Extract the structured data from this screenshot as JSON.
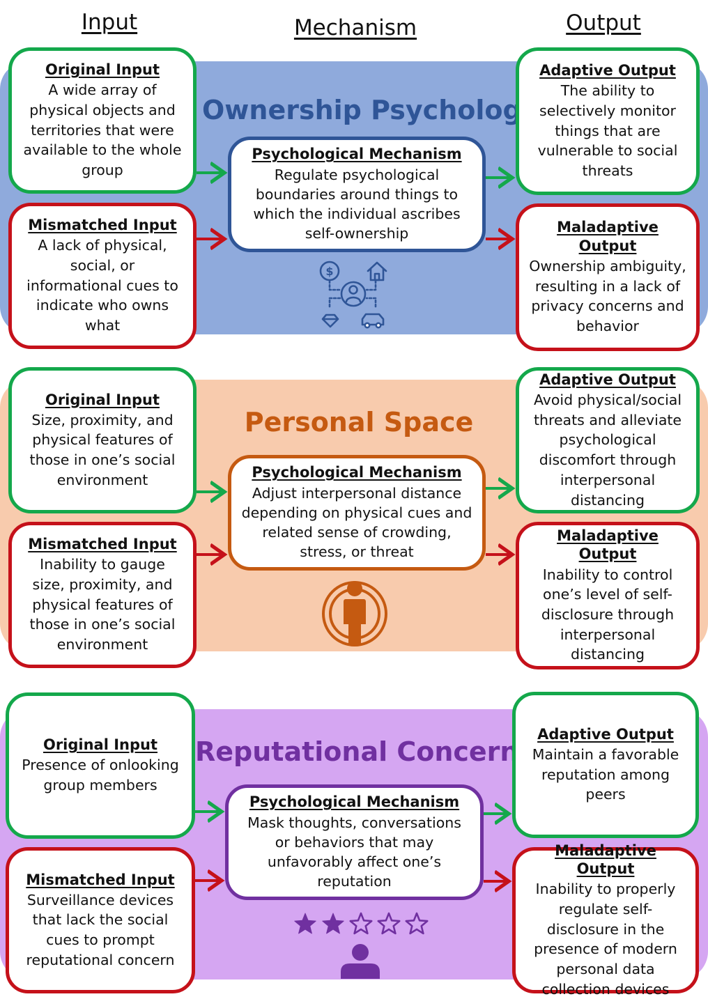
{
  "columns": {
    "input": "Input",
    "mechanism": "Mechanism",
    "output": "Output"
  },
  "colors": {
    "adaptive_border": "#14a84b",
    "maladaptive_border": "#c5111a",
    "ownership_band": "#8faadc",
    "ownership_accent": "#2f5597",
    "personal_band": "#f8cbad",
    "personal_accent": "#c55a11",
    "reputation_band": "#d5a6f2",
    "reputation_accent": "#7030a0"
  },
  "sections": [
    {
      "title": "Ownership Psychology",
      "icon": "ownership-assets-icon",
      "original_input": {
        "title": "Original Input",
        "body": "A wide array of physical objects and territories that were available to the whole group"
      },
      "mismatched_input": {
        "title": "Mismatched Input",
        "body": "A lack of physical, social, or informational cues to indicate who owns what"
      },
      "mechanism": {
        "title": "Psychological Mechanism",
        "body": "Regulate psychological boundaries around things to which the individual ascribes self-ownership"
      },
      "adaptive_output": {
        "title": "Adaptive Output",
        "body": "The ability to selectively monitor things that are vulnerable to social threats"
      },
      "maladaptive_output": {
        "title": "Maladaptive Output",
        "body": "Ownership ambiguity, resulting in a lack of privacy concerns and behavior"
      }
    },
    {
      "title": "Personal Space",
      "icon": "personal-space-icon",
      "original_input": {
        "title": "Original Input",
        "body": "Size, proximity, and physical features of those in one’s social environment"
      },
      "mismatched_input": {
        "title": "Mismatched Input",
        "body": "Inability to gauge size, proximity, and physical features of those in one’s social environment"
      },
      "mechanism": {
        "title": "Psychological Mechanism",
        "body": "Adjust interpersonal distance depending on physical cues and related sense of crowding, stress, or threat"
      },
      "adaptive_output": {
        "title": "Adaptive Output",
        "body": "Avoid physical/social threats and alleviate psychological discomfort through interpersonal distancing"
      },
      "maladaptive_output": {
        "title": "Maladaptive Output",
        "body": "Inability to control one’s level of self-disclosure through interpersonal distancing"
      }
    },
    {
      "title": "Reputational Concerns",
      "icon": "star-rating-person-icon",
      "rating": {
        "filled": 2,
        "total": 5
      },
      "original_input": {
        "title": "Original Input",
        "body": "Presence of onlooking group members"
      },
      "mismatched_input": {
        "title": "Mismatched Input",
        "body": "Surveillance devices that lack the social cues to prompt reputational concern"
      },
      "mechanism": {
        "title": "Psychological Mechanism",
        "body": "Mask thoughts, conversations or behaviors that may unfavorably affect one’s reputation"
      },
      "adaptive_output": {
        "title": "Adaptive Output",
        "body": "Maintain a favorable reputation among peers"
      },
      "maladaptive_output": {
        "title": "Maladaptive Output",
        "body": "Inability to properly regulate self-disclosure in the presence of modern personal data collection devices"
      }
    }
  ]
}
